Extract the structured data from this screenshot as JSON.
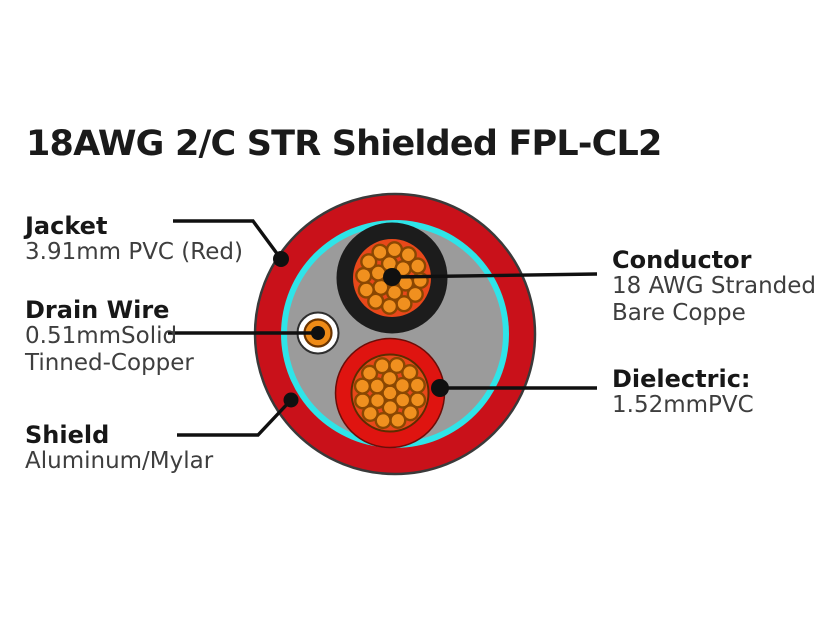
{
  "title": "18AWG 2/C STR Shielded FPL-CL2",
  "callouts": {
    "jacket": {
      "name": "Jacket",
      "desc": [
        "3.91mm PVC (Red)"
      ]
    },
    "drain_wire": {
      "name": "Drain Wire",
      "desc": [
        "0.51mmSolid",
        "Tinned-Copper"
      ]
    },
    "shield": {
      "name": "Shield",
      "desc": [
        "Aluminum/Mylar"
      ]
    },
    "conductor": {
      "name": "Conductor",
      "desc": [
        "18 AWG Stranded",
        "Bare Coppe"
      ]
    },
    "dielectric": {
      "name": "Dielectric:",
      "desc": [
        "1.52mmPVC"
      ]
    }
  },
  "colors": {
    "jacket_red": "#c9111a",
    "shield_cyan": "#2fe4e8",
    "filler_gray": "#9b9b9b",
    "insulation_black": "#1c1c1c",
    "dielectric_red": "#df1410",
    "conductor_bg": "#e8481a",
    "strand_fill": "#f0901f",
    "strand_stroke": "#8a4702",
    "drain_white": "#ffffff",
    "drain_orange": "#ef8b17",
    "leader_black": "#101010"
  }
}
